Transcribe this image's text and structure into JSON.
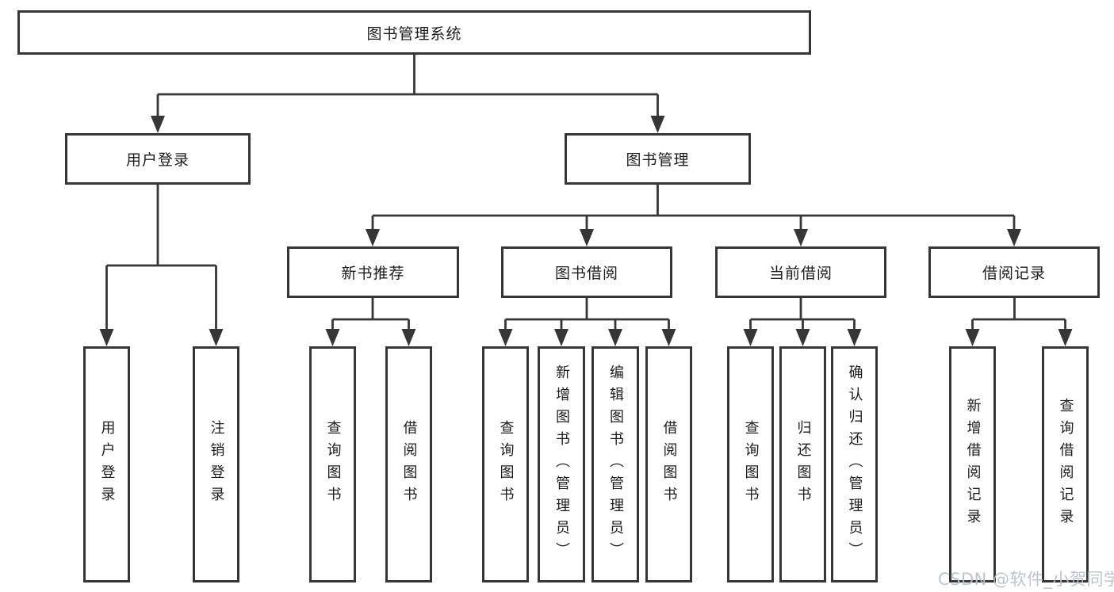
{
  "diagram": {
    "root": {
      "label": "图书管理系统"
    },
    "branches": [
      {
        "label": "用户登录"
      },
      {
        "label": "图书管理"
      }
    ],
    "modules": [
      {
        "label": "新书推荐"
      },
      {
        "label": "图书借阅"
      },
      {
        "label": "当前借阅"
      },
      {
        "label": "借阅记录"
      }
    ],
    "leaves": [
      {
        "label": "用户登录"
      },
      {
        "label": "注销登录"
      },
      {
        "label": "查询图书"
      },
      {
        "label": "借阅图书"
      },
      {
        "label": "查询图书"
      },
      {
        "label": "新增图书（管理员）"
      },
      {
        "label": "编辑图书（管理员）"
      },
      {
        "label": "借阅图书"
      },
      {
        "label": "查询图书"
      },
      {
        "label": "归还图书"
      },
      {
        "label": "确认归还（管理员）"
      },
      {
        "label": "新增借阅记录"
      },
      {
        "label": "查询借阅记录"
      }
    ]
  },
  "watermark": {
    "text": "CSDN @软件_小贺同学"
  },
  "colors": {
    "line": "#363636",
    "text": "#1c1c1c",
    "watermark": "#bcc0cb",
    "background": "#ffffff"
  }
}
